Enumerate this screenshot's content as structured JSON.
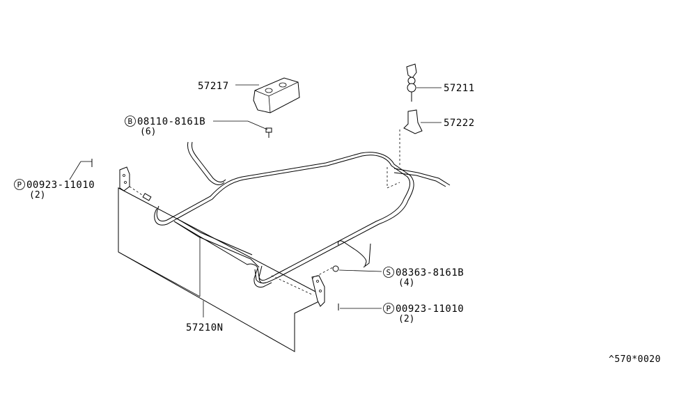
{
  "labels": {
    "p57217": "57217",
    "p57211": "57211",
    "p57222": "57222",
    "p57210n": "57210N",
    "bolt_b": {
      "symbol": "B",
      "code": "08110-8161B",
      "qty": "(6)"
    },
    "pin_p_left": {
      "symbol": "P",
      "code": "00923-11010",
      "qty": "(2)"
    },
    "screw_s": {
      "symbol": "S",
      "code": "08363-8161B",
      "qty": "(4)"
    },
    "pin_p_right": {
      "symbol": "P",
      "code": "00923-11010",
      "qty": "(2)"
    }
  },
  "reference_code": "^570*0020"
}
